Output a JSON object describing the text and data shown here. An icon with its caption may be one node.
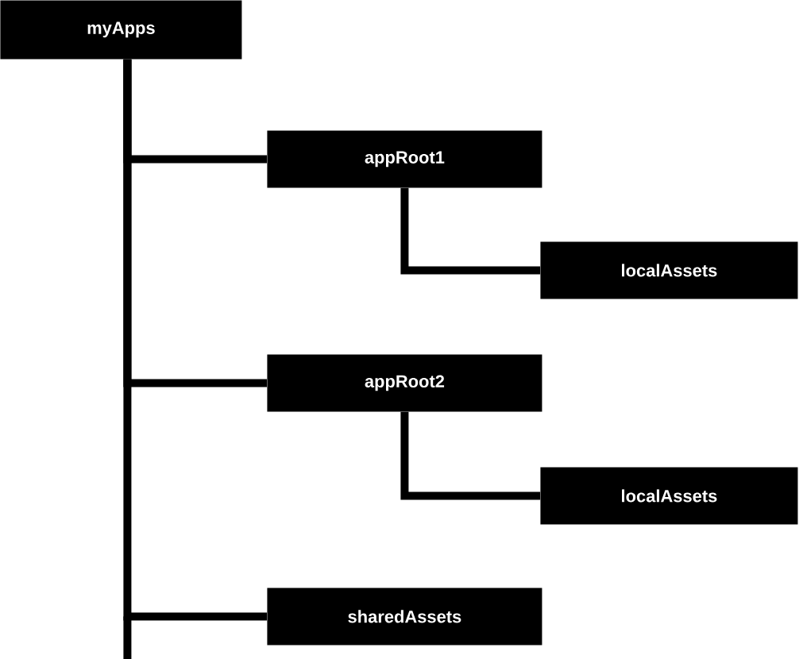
{
  "diagram": {
    "nodes": [
      {
        "text": [
          "myApps"
        ]
      },
      {
        "text": [
          "appRoot1"
        ]
      },
      {
        "text": [
          "localAssets"
        ]
      },
      {
        "text": [
          "appRoot2"
        ]
      },
      {
        "text": [
          "localAssets"
        ]
      },
      {
        "text": [
          "sharedAssets"
        ]
      }
    ],
    "edges": [
      {
        "from": 0,
        "to": 1,
        "arrow": "none"
      },
      {
        "from": 1,
        "to": 2,
        "arrow": "none"
      },
      {
        "from": 0,
        "to": 3,
        "arrow": "none"
      },
      {
        "from": 3,
        "to": 4,
        "arrow": "none"
      },
      {
        "from": 0,
        "to": 5,
        "arrow": "none"
      }
    ]
  }
}
